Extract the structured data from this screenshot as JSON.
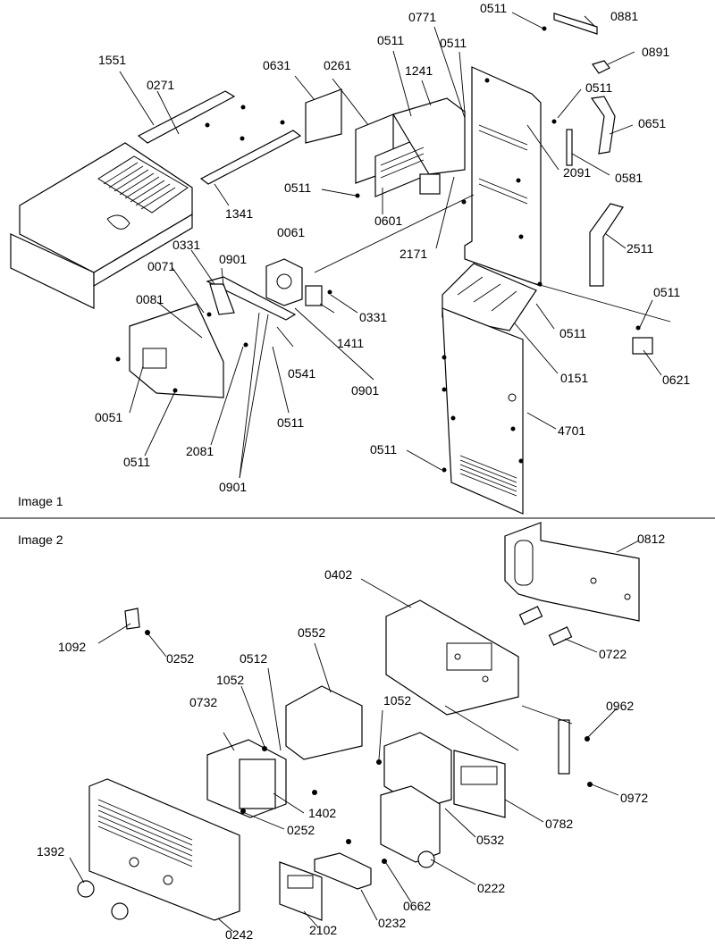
{
  "image1": {
    "label": "Image 1",
    "callouts": [
      "0511",
      "0881",
      "0891",
      "1551",
      "0271",
      "0631",
      "0261",
      "0511",
      "0771",
      "0511",
      "1241",
      "0511",
      "0651",
      "0581",
      "2091",
      "0511",
      "0601",
      "1341",
      "2171",
      "2511",
      "0061",
      "0331",
      "0901",
      "0071",
      "0081",
      "0331",
      "1411",
      "0511",
      "0511",
      "0541",
      "0051",
      "0511",
      "2081",
      "0511",
      "0901",
      "0901",
      "0151",
      "0621",
      "4701",
      "0511"
    ]
  },
  "image2": {
    "label": "Image 2",
    "callouts": [
      "0812",
      "0402",
      "0722",
      "1092",
      "0252",
      "0552",
      "0512",
      "1052",
      "1052",
      "0732",
      "0962",
      "0972",
      "1402",
      "0252",
      "0532",
      "0782",
      "1392",
      "0222",
      "0662",
      "0232",
      "2102",
      "0242"
    ]
  },
  "colors": {
    "line": "#000000",
    "background": "#ffffff"
  }
}
